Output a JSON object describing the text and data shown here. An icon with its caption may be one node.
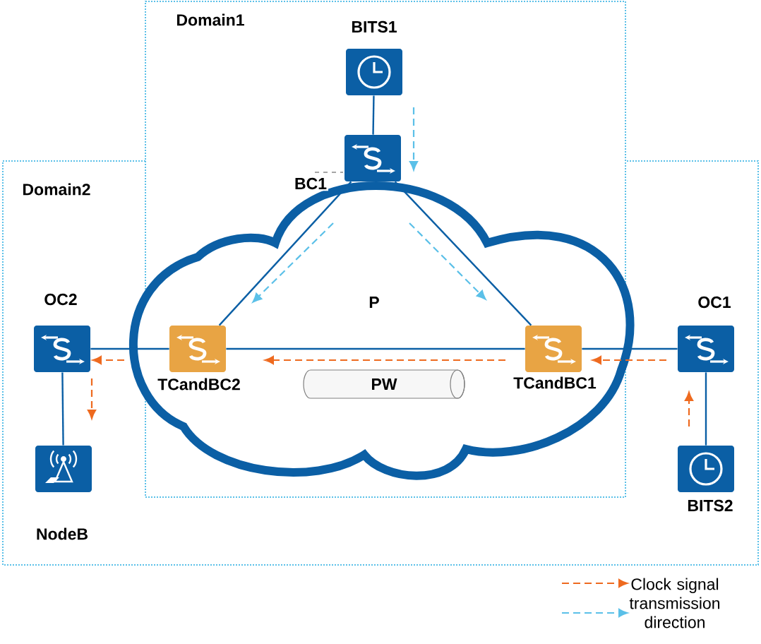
{
  "diagram": {
    "nodes": [
      {
        "text": [
          "Domain1"
        ]
      },
      {
        "text": [
          "Domain2"
        ]
      },
      {
        "text": [
          "BITS1"
        ],
        "in": 0
      },
      {
        "text": [
          "BC1"
        ],
        "in": 0
      },
      {
        "text": [
          "P"
        ]
      },
      {
        "text": [
          "OC2"
        ],
        "in": 1
      },
      {
        "text": [],
        "shape": "box",
        "beside": [
          "TCandBC2"
        ],
        "in": 4
      },
      {
        "text": [
          "PW"
        ],
        "in": 4
      },
      {
        "text": [],
        "shape": "box",
        "beside": [
          "TCandBC1"
        ],
        "in": 4
      },
      {
        "text": [
          "OC1"
        ],
        "in": 1
      },
      {
        "text": [
          "NodeB"
        ],
        "in": 1
      },
      {
        "text": [
          "BITS2"
        ],
        "in": 1
      }
    ],
    "edges": [
      {
        "from": 2,
        "to": 3,
        "arrow": "none"
      },
      {
        "from": 3,
        "to": 6,
        "arrow": "none"
      },
      {
        "from": 3,
        "to": 8,
        "arrow": "none"
      },
      {
        "from": 5,
        "to": 6,
        "arrow": "none"
      },
      {
        "from": 6,
        "to": 8,
        "arrow": "none"
      },
      {
        "from": 8,
        "to": 9,
        "arrow": "none"
      },
      {
        "from": 5,
        "to": 10,
        "arrow": "none"
      },
      {
        "from": 9,
        "to": 11,
        "arrow": "none"
      }
    ],
    "legend": [
      {
        "text": "Clock signal transmission direction"
      }
    ]
  }
}
